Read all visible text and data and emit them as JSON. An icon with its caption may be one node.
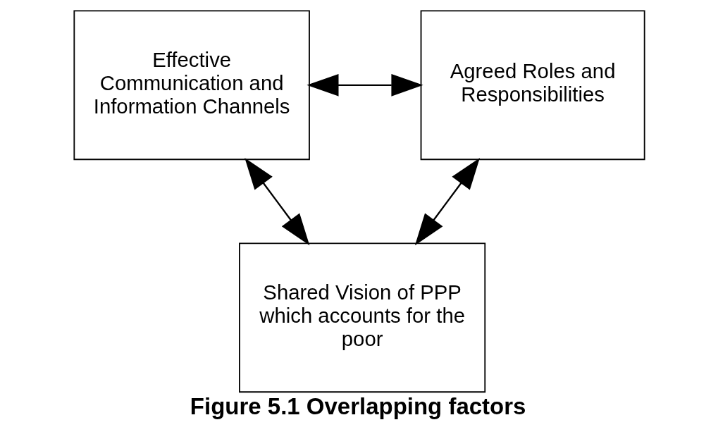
{
  "diagram": {
    "caption": "Figure 5.1 Overlapping factors",
    "nodes": [
      {
        "text": [
          "Effective Communication and Information Channels"
        ]
      },
      {
        "text": [
          "Agreed Roles and Responsibilities"
        ]
      },
      {
        "text": [
          "Shared Vision of PPP which accounts for the poor"
        ]
      }
    ],
    "edges": [
      {
        "from": 0,
        "to": 1,
        "arrow": "both"
      },
      {
        "from": 0,
        "to": 2,
        "arrow": "both"
      },
      {
        "from": 1,
        "to": 2,
        "arrow": "both"
      }
    ]
  }
}
